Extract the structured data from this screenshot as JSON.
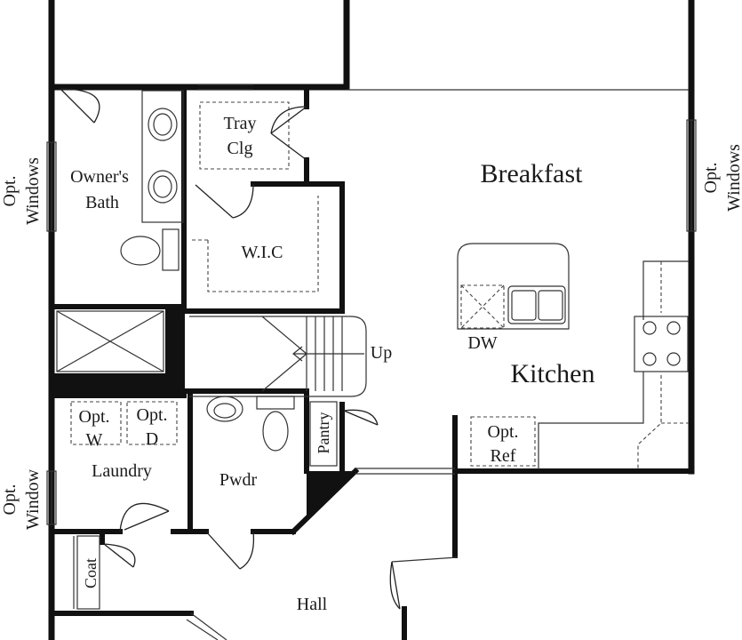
{
  "plan": {
    "rooms": {
      "breakfast": "Breakfast",
      "kitchen": "Kitchen",
      "owners_bath_line1": "Owner's",
      "owners_bath_line2": "Bath",
      "wic": "W.I.C",
      "tray_line1": "Tray",
      "tray_line2": "Clg",
      "laundry": "Laundry",
      "pwdr": "Pwdr",
      "pantry": "Pantry",
      "coat": "Coat",
      "hall": "Hall"
    },
    "fixtures": {
      "dw": "DW",
      "up": "Up",
      "opt_w_line1": "Opt.",
      "opt_w_line2": "W",
      "opt_d_line1": "Opt.",
      "opt_d_line2": "D",
      "opt_ref_line1": "Opt.",
      "opt_ref_line2": "Ref"
    },
    "windows": {
      "left_top_line1": "Opt.",
      "left_top_line2": "Windows",
      "right_line1": "Opt.",
      "right_line2": "Windows",
      "left_bottom_line1": "Opt.",
      "left_bottom_line2": "Window"
    }
  }
}
